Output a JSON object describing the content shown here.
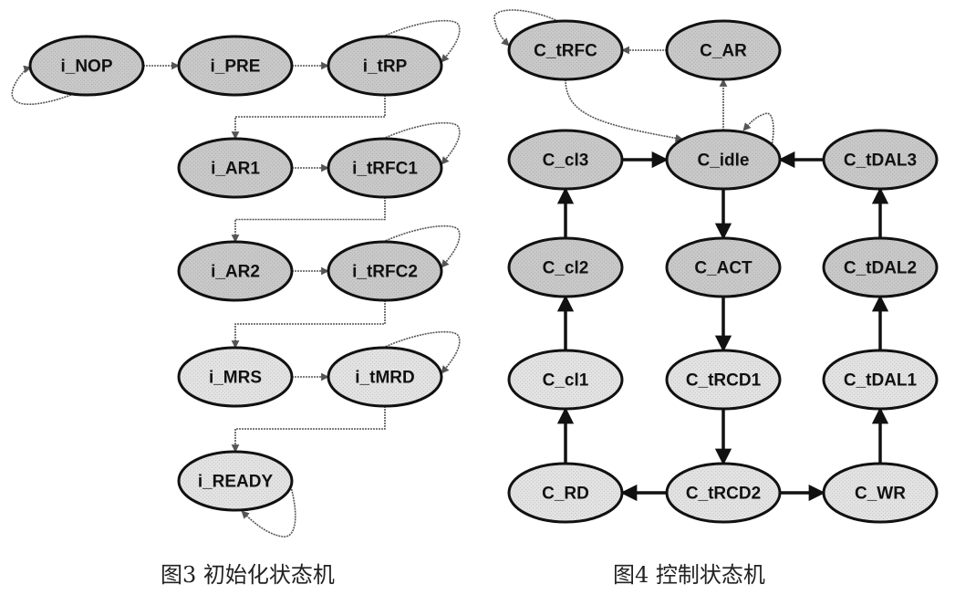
{
  "figures": [
    {
      "id": "fig3",
      "caption": "图3 初始化状态机",
      "nodes": [
        {
          "id": "i_NOP",
          "label": "i_NOP",
          "shade": "dark"
        },
        {
          "id": "i_PRE",
          "label": "i_PRE",
          "shade": "dark"
        },
        {
          "id": "i_tRP",
          "label": "i_tRP",
          "shade": "dark"
        },
        {
          "id": "i_AR1",
          "label": "i_AR1",
          "shade": "dark"
        },
        {
          "id": "i_tRFC1",
          "label": "i_tRFC1",
          "shade": "dark"
        },
        {
          "id": "i_AR2",
          "label": "i_AR2",
          "shade": "dark"
        },
        {
          "id": "i_tRFC2",
          "label": "i_tRFC2",
          "shade": "dark"
        },
        {
          "id": "i_MRS",
          "label": "i_MRS",
          "shade": "light"
        },
        {
          "id": "i_tMRD",
          "label": "i_tMRD",
          "shade": "light"
        },
        {
          "id": "i_READY",
          "label": "i_READY",
          "shade": "light"
        }
      ],
      "edges": [
        {
          "from": "i_NOP",
          "to": "i_NOP",
          "style": "thin",
          "kind": "self"
        },
        {
          "from": "i_NOP",
          "to": "i_PRE",
          "style": "thin"
        },
        {
          "from": "i_PRE",
          "to": "i_tRP",
          "style": "thin"
        },
        {
          "from": "i_tRP",
          "to": "i_tRP",
          "style": "thin",
          "kind": "self"
        },
        {
          "from": "i_tRP",
          "to": "i_AR1",
          "style": "thin",
          "kind": "orthogonal"
        },
        {
          "from": "i_AR1",
          "to": "i_tRFC1",
          "style": "thin"
        },
        {
          "from": "i_tRFC1",
          "to": "i_tRFC1",
          "style": "thin",
          "kind": "self"
        },
        {
          "from": "i_tRFC1",
          "to": "i_AR2",
          "style": "thin",
          "kind": "orthogonal"
        },
        {
          "from": "i_AR2",
          "to": "i_tRFC2",
          "style": "thin"
        },
        {
          "from": "i_tRFC2",
          "to": "i_tRFC2",
          "style": "thin",
          "kind": "self"
        },
        {
          "from": "i_tRFC2",
          "to": "i_MRS",
          "style": "thin",
          "kind": "orthogonal"
        },
        {
          "from": "i_MRS",
          "to": "i_tMRD",
          "style": "thin"
        },
        {
          "from": "i_tMRD",
          "to": "i_tMRD",
          "style": "thin",
          "kind": "self"
        },
        {
          "from": "i_tMRD",
          "to": "i_READY",
          "style": "thin",
          "kind": "orthogonal"
        },
        {
          "from": "i_READY",
          "to": "i_READY",
          "style": "thin",
          "kind": "self"
        }
      ]
    },
    {
      "id": "fig4",
      "caption": "图4 控制状态机",
      "nodes": [
        {
          "id": "C_tRFC",
          "label": "C_tRFC",
          "shade": "dark"
        },
        {
          "id": "C_AR",
          "label": "C_AR",
          "shade": "dark"
        },
        {
          "id": "C_cl3",
          "label": "C_cl3",
          "shade": "dark"
        },
        {
          "id": "C_idle",
          "label": "C_idle",
          "shade": "dark"
        },
        {
          "id": "C_tDAL3",
          "label": "C_tDAL3",
          "shade": "dark"
        },
        {
          "id": "C_cl2",
          "label": "C_cl2",
          "shade": "dark"
        },
        {
          "id": "C_ACT",
          "label": "C_ACT",
          "shade": "dark"
        },
        {
          "id": "C_tDAL2",
          "label": "C_tDAL2",
          "shade": "dark"
        },
        {
          "id": "C_cl1",
          "label": "C_cl1",
          "shade": "light"
        },
        {
          "id": "C_tRCD1",
          "label": "C_tRCD1",
          "shade": "light"
        },
        {
          "id": "C_tDAL1",
          "label": "C_tDAL1",
          "shade": "light"
        },
        {
          "id": "C_RD",
          "label": "C_RD",
          "shade": "light"
        },
        {
          "id": "C_tRCD2",
          "label": "C_tRCD2",
          "shade": "light"
        },
        {
          "id": "C_WR",
          "label": "C_WR",
          "shade": "light"
        }
      ],
      "edges": [
        {
          "from": "C_tRFC",
          "to": "C_tRFC",
          "style": "thin",
          "kind": "self"
        },
        {
          "from": "C_AR",
          "to": "C_tRFC",
          "style": "thin"
        },
        {
          "from": "C_tRFC",
          "to": "C_idle",
          "style": "thin",
          "kind": "curve"
        },
        {
          "from": "C_idle",
          "to": "C_AR",
          "style": "thin"
        },
        {
          "from": "C_idle",
          "to": "C_idle",
          "style": "thin",
          "kind": "self"
        },
        {
          "from": "C_cl3",
          "to": "C_idle",
          "style": "thick"
        },
        {
          "from": "C_tDAL3",
          "to": "C_idle",
          "style": "thick"
        },
        {
          "from": "C_idle",
          "to": "C_ACT",
          "style": "thick"
        },
        {
          "from": "C_ACT",
          "to": "C_tRCD1",
          "style": "thick"
        },
        {
          "from": "C_tRCD1",
          "to": "C_tRCD2",
          "style": "thick"
        },
        {
          "from": "C_tRCD2",
          "to": "C_RD",
          "style": "thick"
        },
        {
          "from": "C_tRCD2",
          "to": "C_WR",
          "style": "thick"
        },
        {
          "from": "C_RD",
          "to": "C_cl1",
          "style": "thick"
        },
        {
          "from": "C_cl1",
          "to": "C_cl2",
          "style": "thick"
        },
        {
          "from": "C_cl2",
          "to": "C_cl3",
          "style": "thick"
        },
        {
          "from": "C_WR",
          "to": "C_tDAL1",
          "style": "thick"
        },
        {
          "from": "C_tDAL1",
          "to": "C_tDAL2",
          "style": "thick"
        },
        {
          "from": "C_tDAL2",
          "to": "C_tDAL3",
          "style": "thick"
        }
      ]
    }
  ],
  "colors": {
    "node_dark": "#c8c8c8",
    "node_light": "#e2e2e2",
    "outline": "#111111",
    "thin_edge": "#555555",
    "thick_edge": "#111111"
  }
}
